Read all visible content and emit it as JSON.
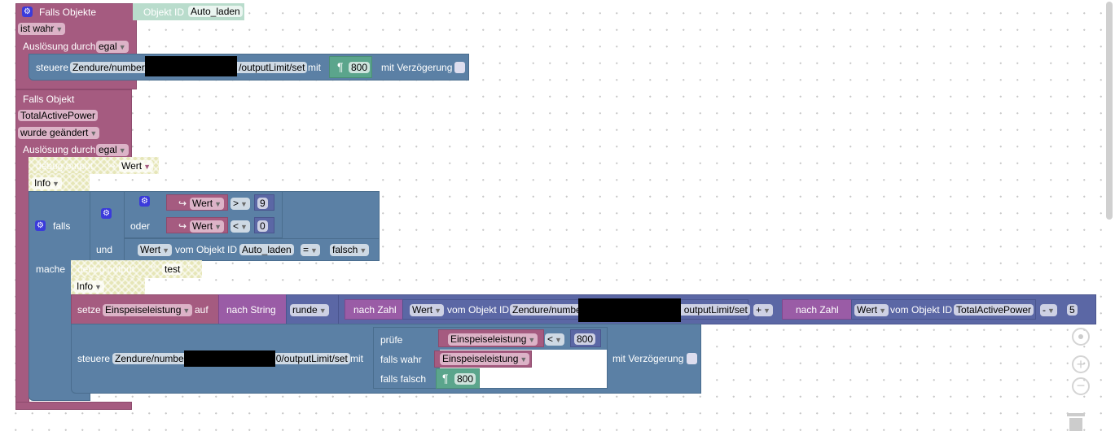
{
  "block1": {
    "title": "Falls Objekte",
    "objid_label": "Objekt ID",
    "objid_value": "Auto_laden",
    "condition": "ist wahr",
    "trigger_label": "Auslösung durch",
    "trigger_value": "egal",
    "control": {
      "label": "steuere",
      "path_start": "Zendure/number/",
      "path_end": "/outputLimit/set",
      "with": "mit",
      "number_icon": "¶",
      "value": "800",
      "delay_label": "mit Verzögerung"
    }
  },
  "block2": {
    "title": "Falls Objekt",
    "object": "TotalActivePower",
    "event": "wurde geändert",
    "trigger_label": "Auslösung durch",
    "trigger_value": "egal",
    "debug1": {
      "label": "debug output",
      "var_icon": "↪",
      "var": "Wert",
      "level": "Info"
    },
    "if": {
      "falls": "falls",
      "mache": "mache",
      "oder": "oder",
      "und": "und",
      "cond1": {
        "var": "Wert",
        "op": ">",
        "value": "9"
      },
      "cond2": {
        "var": "Wert",
        "op": "<",
        "value": "0"
      },
      "cond3": {
        "attr": "Wert",
        "from": "vom Objekt ID",
        "obj": "Auto_laden",
        "op": "=",
        "value": "falsch"
      }
    },
    "debug2": {
      "label": "debug output",
      "quote_open": "“",
      "text": "test",
      "quote_close": "”",
      "level": "Info"
    },
    "set": {
      "label": "setze",
      "var": "Einspeiseleistung",
      "to": "auf",
      "tostring": "nach String",
      "round": "runde",
      "tonum1": "nach Zahl",
      "attr1": "Wert",
      "from1": "vom Objekt ID",
      "path_start": "Zendure/numbe",
      "path_end": "outputLimit/set",
      "plus": "+",
      "tonum2": "nach Zahl",
      "attr2": "Wert",
      "from2": "vom Objekt ID",
      "obj2": "TotalActivePower",
      "minus": "-",
      "value": "5"
    },
    "control": {
      "label": "steuere",
      "path_start": "Zendure/numbe",
      "path_end": "0/outputLimit/set",
      "with": "mit",
      "check": "prüfe",
      "var": "Einspeiseleistung",
      "op": "<",
      "cmp": "800",
      "iftrue": "falls wahr",
      "truevar": "Einspeiseleistung",
      "iffalse": "falls falsch",
      "number_icon": "¶",
      "falsevalue": "800",
      "delay_label": "mit Verzögerung"
    }
  }
}
